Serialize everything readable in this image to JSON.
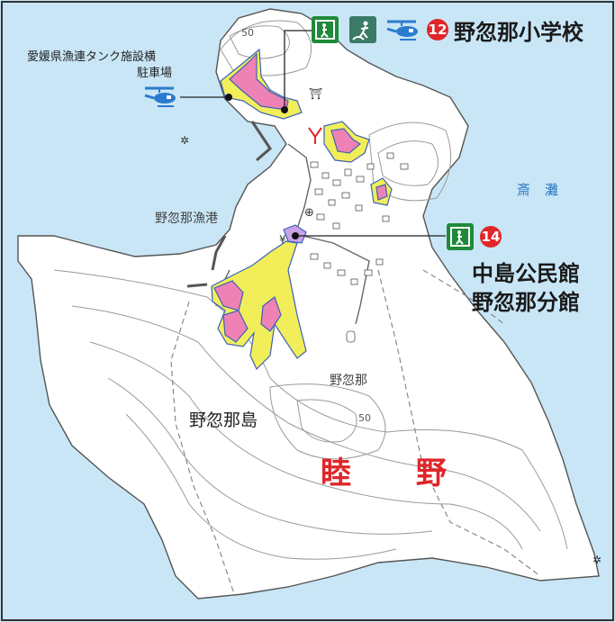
{
  "colors": {
    "sea": "#c9e6f6",
    "land": "#ffffff",
    "contour": "#9a9a9a",
    "hazard_pink": "#ee82b4",
    "hazard_yellow": "#f2ee5a",
    "hazard_border": "#3b62b8",
    "shelter_green": "#1f8a3a",
    "accent_red": "#e0262a",
    "heli_blue": "#2b7bd0"
  },
  "facilities": [
    {
      "number": "12",
      "name": "野忽那小学校",
      "icons": [
        "evacuation-shelter-icon",
        "tsunami-evacuation-icon",
        "heliport-icon"
      ]
    },
    {
      "number": "14",
      "name_line1": "中島公民館",
      "name_line2": "野忽那分館",
      "icons": [
        "evacuation-shelter-icon"
      ]
    }
  ],
  "heliport_site": {
    "line1": "愛媛県漁連タンク施設横",
    "line2": "駐車場"
  },
  "labels": {
    "harbor": "野忽那漁港",
    "island": "野忽那島",
    "district": "睦 野",
    "village": "野忽那",
    "sea": "斎灘",
    "contour_50a": "50",
    "contour_50b": "50"
  }
}
